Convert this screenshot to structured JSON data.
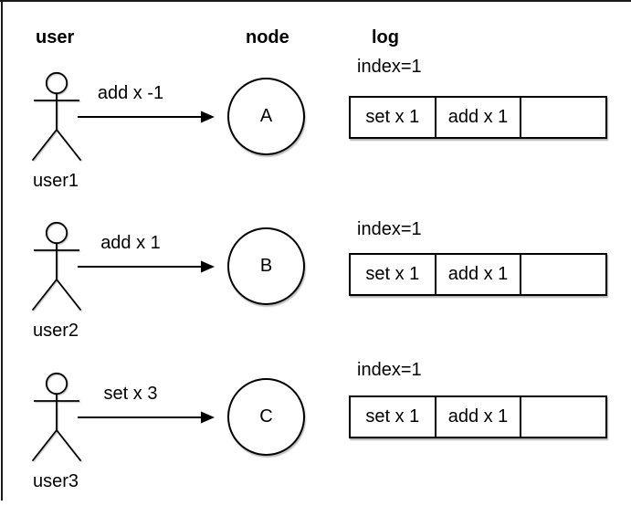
{
  "colors": {
    "stroke": "#000000",
    "text": "#000000",
    "background": "#ffffff"
  },
  "headers": {
    "user": "user",
    "node": "node",
    "log": "log"
  },
  "rows": [
    {
      "user_label": "user1",
      "action": "add x -1",
      "node": "A",
      "log": {
        "index_label": "index=1",
        "cells": [
          "set x 1",
          "add x 1",
          ""
        ]
      }
    },
    {
      "user_label": "user2",
      "action": "add x 1",
      "node": "B",
      "log": {
        "index_label": "index=1",
        "cells": [
          "set x 1",
          "add x 1",
          ""
        ]
      }
    },
    {
      "user_label": "user3",
      "action": "set x 3",
      "node": "C",
      "log": {
        "index_label": "index=1",
        "cells": [
          "set x 1",
          "add x 1",
          ""
        ]
      }
    }
  ]
}
